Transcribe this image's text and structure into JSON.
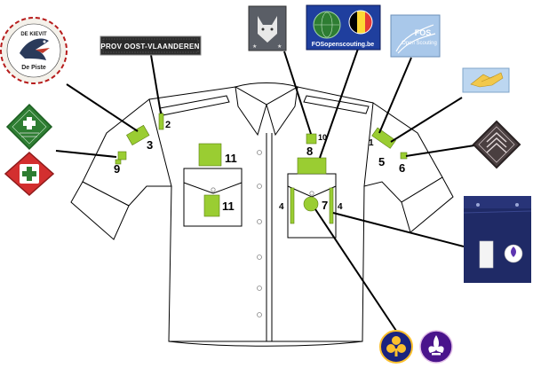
{
  "colors": {
    "placement": "#9acd32",
    "outline": "#000000",
    "navy": "#1f2a66",
    "green_badge": "#2e7d32",
    "red_badge": "#d32f2f",
    "blue_patch": "#a9c8ea",
    "strip_bg": "#2b2b2b"
  },
  "badges": {
    "totem": {
      "icon": "bird-icon",
      "line1": "DE KIEVIT",
      "line2": "De Piste"
    },
    "province": {
      "text": "PROV OOST-VLAANDEREN"
    },
    "fos_site": {
      "text": "FOSopenscouting.be"
    },
    "fos_logo": {
      "line1": "FOS",
      "line2": "Open Scouting"
    },
    "wolf": {
      "icon": "wolf-icon"
    },
    "handshake": {
      "icon": "handshake-icon"
    },
    "chevron": {
      "icon": "chevron-icon"
    },
    "wagggs": {
      "icon": "trefoil-icon"
    },
    "wosm": {
      "icon": "fleur-de-lis-icon"
    }
  },
  "numbers": {
    "n1": "1",
    "n2": "2",
    "n3": "3",
    "n4a": "4",
    "n4b": "4",
    "n5": "5",
    "n6": "6",
    "n7": "7",
    "n8": "8",
    "n9": "9",
    "n10": "10",
    "n11a": "11",
    "n11b": "11"
  }
}
